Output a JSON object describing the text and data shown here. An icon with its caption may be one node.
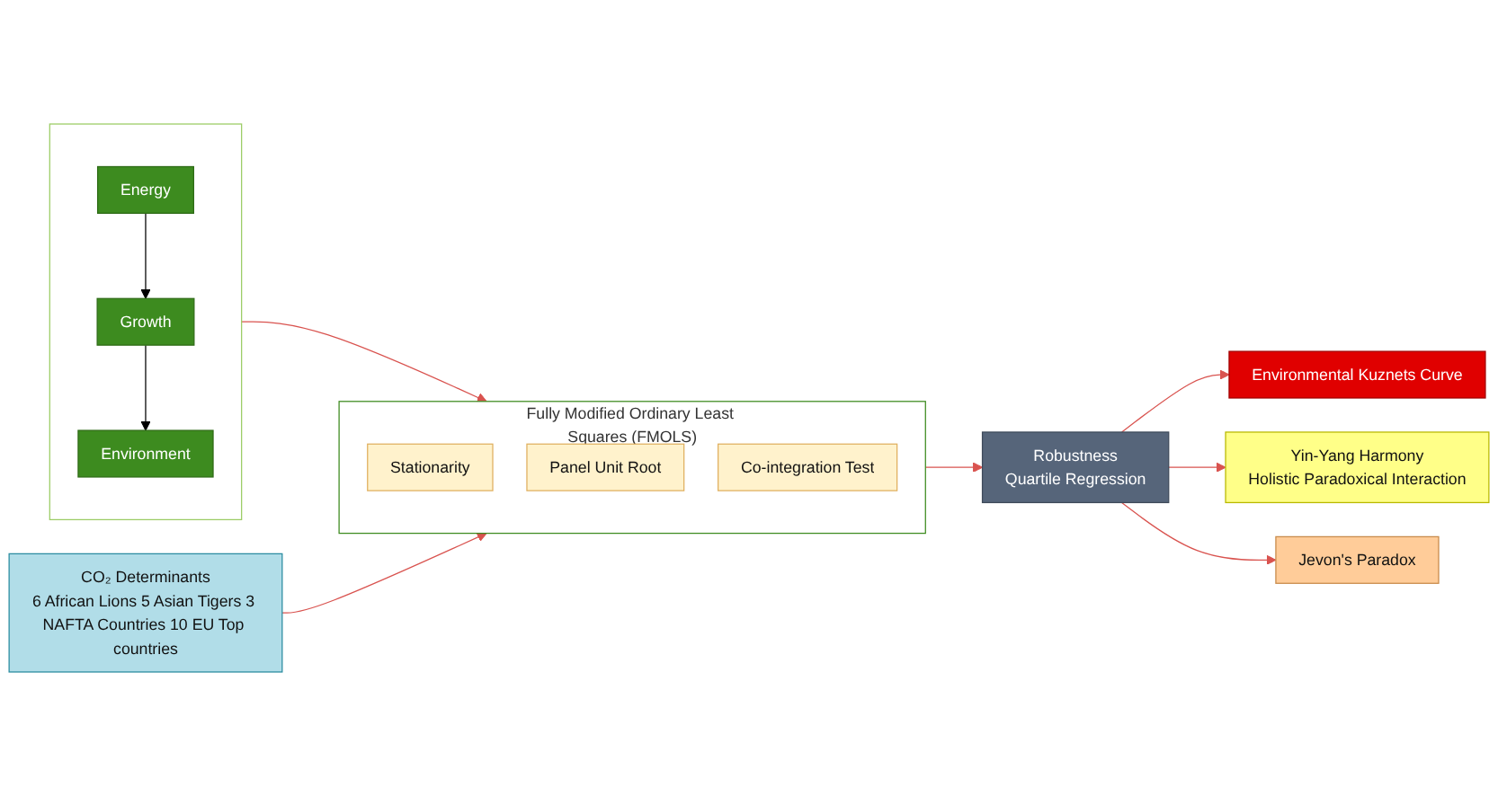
{
  "diagram": {
    "nodes": [
      {
        "text": [
          "CO₂ Determinants",
          "6 African Lions 5 Asian Tigers 3 NAFTA Countries 10 EU Top countries"
        ]
      },
      {
        "text": [],
        "shape": "box"
      },
      {
        "text": [
          "Energy"
        ],
        "in": 1
      },
      {
        "text": [
          "Growth"
        ],
        "in": 1
      },
      {
        "text": [
          "Environment"
        ],
        "in": 1
      },
      {
        "text": [
          "Fully Modified Ordinary Least Squares (FMOLS)"
        ]
      },
      {
        "text": [
          "Stationarity"
        ],
        "in": 5
      },
      {
        "text": [
          "Panel Unit Root"
        ],
        "in": 5
      },
      {
        "text": [
          "Co-integration Test"
        ],
        "in": 5
      },
      {
        "text": [
          "Robustness",
          "Quartile Regression"
        ]
      },
      {
        "text": [
          "Environmental Kuznets Curve"
        ]
      },
      {
        "text": [
          "Yin-Yang Harmony",
          "Holistic Paradoxical Interaction"
        ]
      },
      {
        "text": [
          "Jevon's Paradox"
        ]
      }
    ],
    "edges": [
      {
        "from": 2,
        "to": 3,
        "arrow": "to",
        "color": "#000000"
      },
      {
        "from": 3,
        "to": 4,
        "arrow": "to",
        "color": "#000000"
      },
      {
        "from": 1,
        "to": 5,
        "arrow": "to"
      },
      {
        "from": 0,
        "to": 5,
        "arrow": "to"
      },
      {
        "from": 5,
        "to": 9,
        "arrow": "to"
      },
      {
        "from": 9,
        "to": 10,
        "arrow": "to"
      },
      {
        "from": 9,
        "to": 11,
        "arrow": "to"
      },
      {
        "from": 9,
        "to": 12,
        "arrow": "to"
      }
    ]
  }
}
